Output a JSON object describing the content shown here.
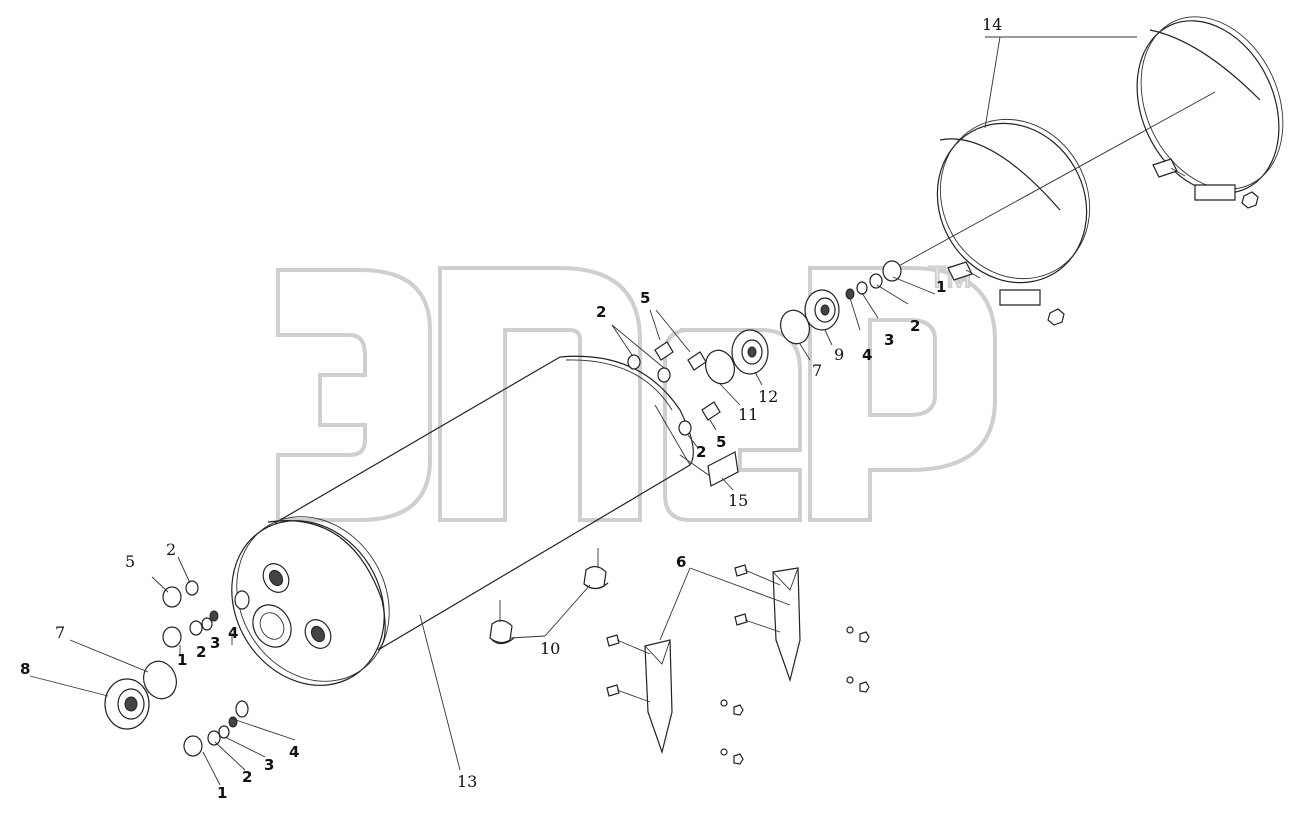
{
  "watermark": {
    "brand": "эпер",
    "trademark": "TM"
  },
  "callouts": {
    "c1a": "1",
    "c1b": "1",
    "c1c": "1",
    "c2a": "2",
    "c2b": "2",
    "c2c": "2",
    "c2d": "2",
    "c2e": "2",
    "c2f": "2",
    "c3a": "3",
    "c3b": "3",
    "c3c": "3",
    "c4a": "4",
    "c4b": "4",
    "c4c": "4",
    "c5a": "5",
    "c5b": "5",
    "c5c": "5",
    "c6": "6",
    "c7a": "7",
    "c7b": "7",
    "c8": "8",
    "c9": "9",
    "c10": "10",
    "c11": "11",
    "c12": "12",
    "c13": "13",
    "c14": "14",
    "c15": "15"
  }
}
